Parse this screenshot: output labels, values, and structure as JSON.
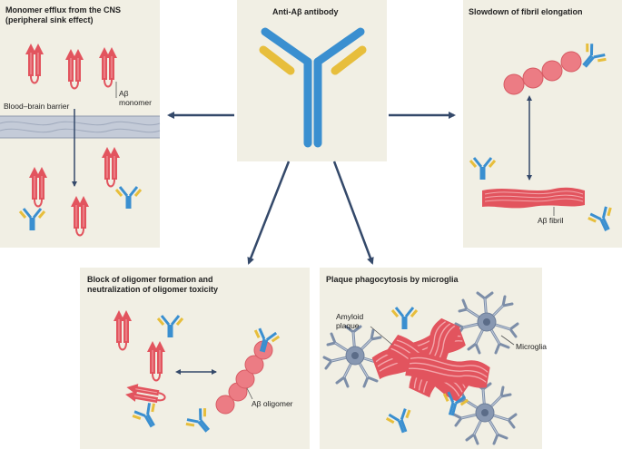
{
  "center": {
    "title": "Anti-Aβ antibody"
  },
  "panels": {
    "efflux": {
      "title_line1": "Monomer efflux from the CNS",
      "title_line2": "(peripheral sink effect)",
      "bbb_label": "Blood–brain barrier",
      "monomer_label_1": "Aβ",
      "monomer_label_2": "monomer"
    },
    "slowdown": {
      "title": "Slowdown of fibril elongation",
      "fibril_label": "Aβ fibril"
    },
    "oligomer": {
      "title_line1": "Block of oligomer formation and",
      "title_line2": "neutralization of oligomer toxicity",
      "oligomer_label": "Aβ oligomer"
    },
    "phagocytosis": {
      "title": "Plaque phagocytosis by microglia",
      "plaque_label_1": "Amyloid",
      "plaque_label_2": "plaque",
      "microglia_label": "Microglia"
    }
  },
  "colors": {
    "panel_bg": "#f1efe4",
    "antibody_blue": "#3a8fd0",
    "antibody_yellow": "#e7be3c",
    "amyloid_red": "#e2545e",
    "arrow": "#34496a",
    "microglia": "#7d8ea8",
    "bbb": "#c4cbd8"
  }
}
